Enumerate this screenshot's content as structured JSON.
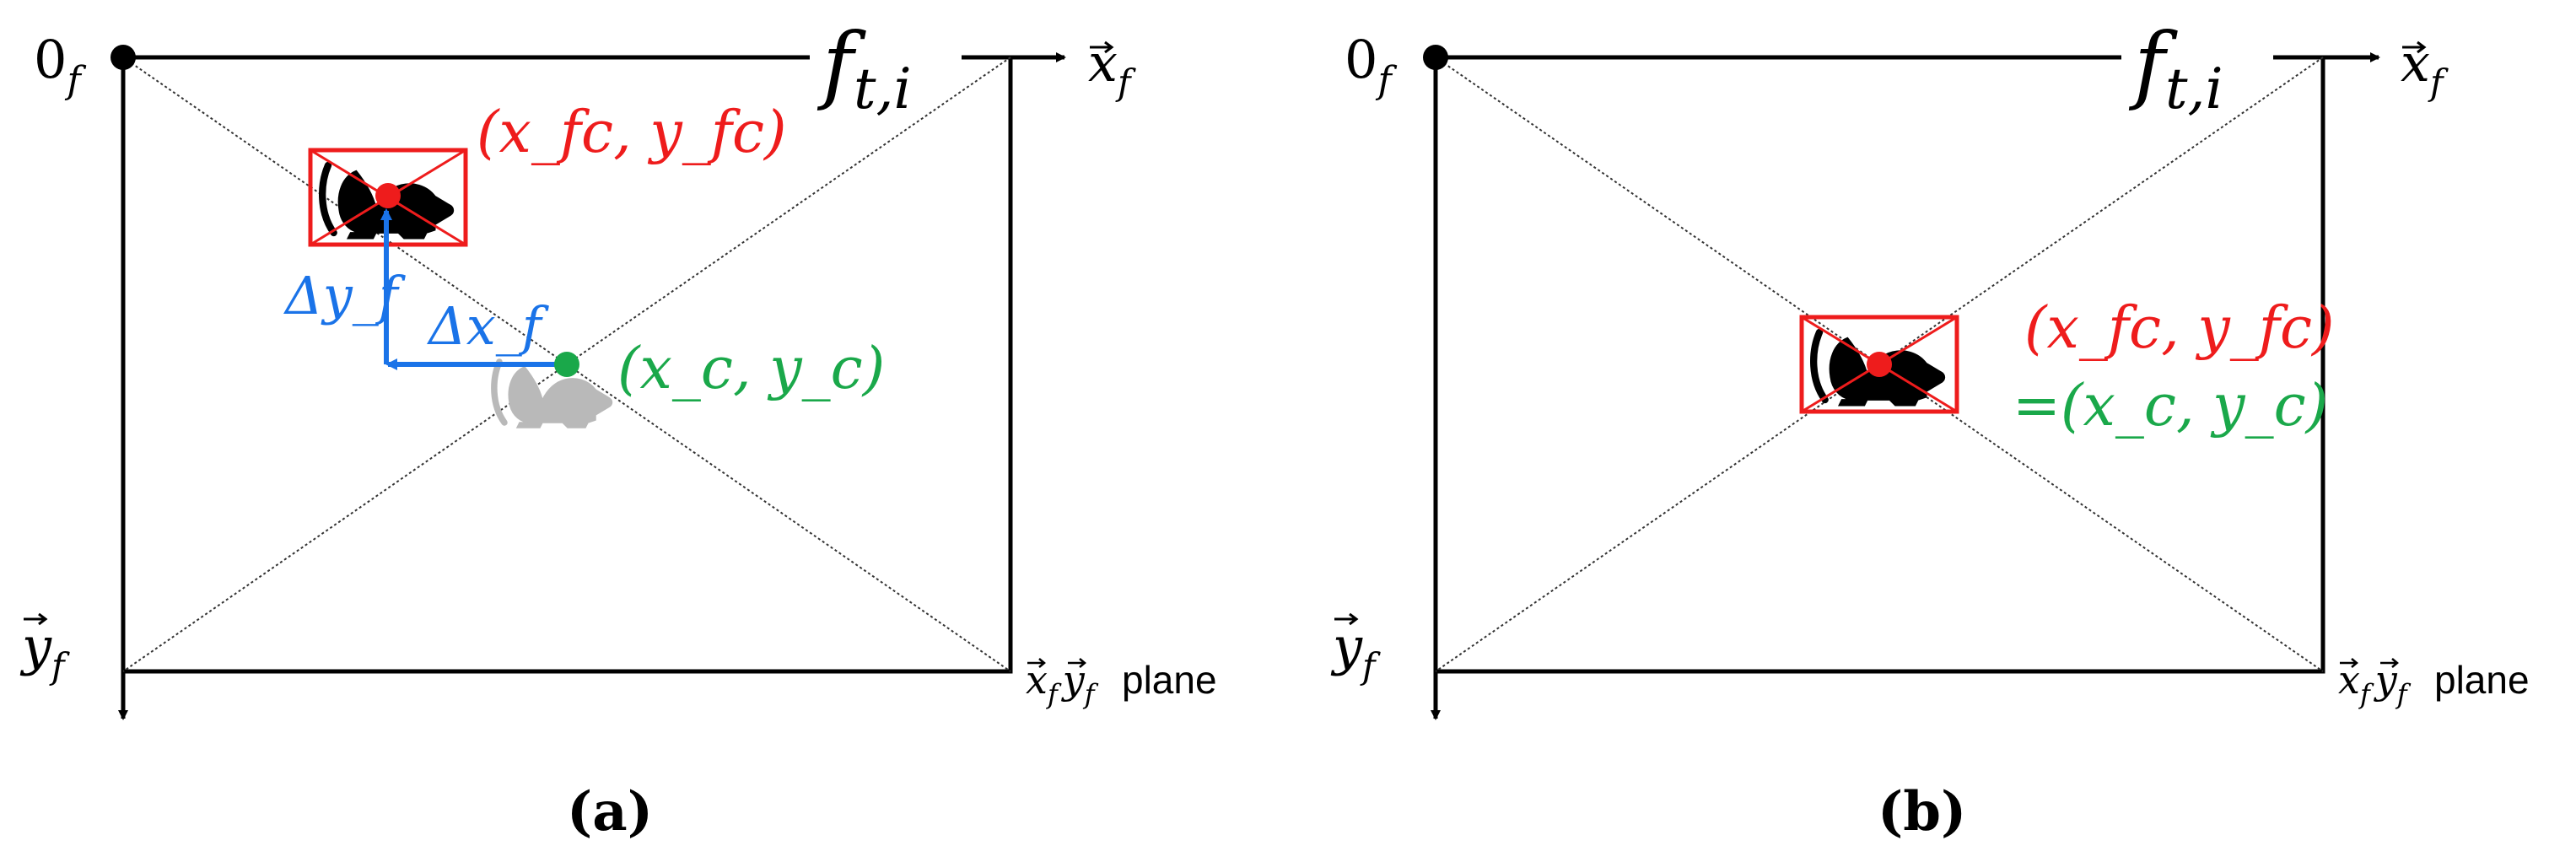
{
  "colors": {
    "line": "#000000",
    "red": "#ee1c1c",
    "blue": "#1a73e8",
    "green": "#1aa84a",
    "gray": "#b9b9b9"
  },
  "panels": [
    {
      "origin_label": "0",
      "origin_sub": "f",
      "frame_label_main": "f",
      "frame_label_sub": "t,i",
      "x_axis_label": "x",
      "x_axis_sub": "f",
      "y_axis_label": "y",
      "y_axis_sub": "f",
      "plane_label_x": "x",
      "plane_label_y": "y",
      "plane_sub": "f",
      "plane_word": "plane",
      "detection_center": "(x_fc, y_fc)",
      "image_center": "(x_c, y_c)",
      "delta_x_label": "Δx_f",
      "delta_y_label": "Δy_f",
      "caption": "(a)"
    },
    {
      "origin_label": "0",
      "origin_sub": "f",
      "frame_label_main": "f",
      "frame_label_sub": "t,i",
      "x_axis_label": "x",
      "x_axis_sub": "f",
      "y_axis_label": "y",
      "y_axis_sub": "f",
      "plane_label_x": "x",
      "plane_label_y": "y",
      "plane_sub": "f",
      "plane_word": "plane",
      "detection_center": "(x_fc, y_fc)",
      "image_center": "=(x_c, y_c)",
      "caption": "(b)"
    }
  ]
}
